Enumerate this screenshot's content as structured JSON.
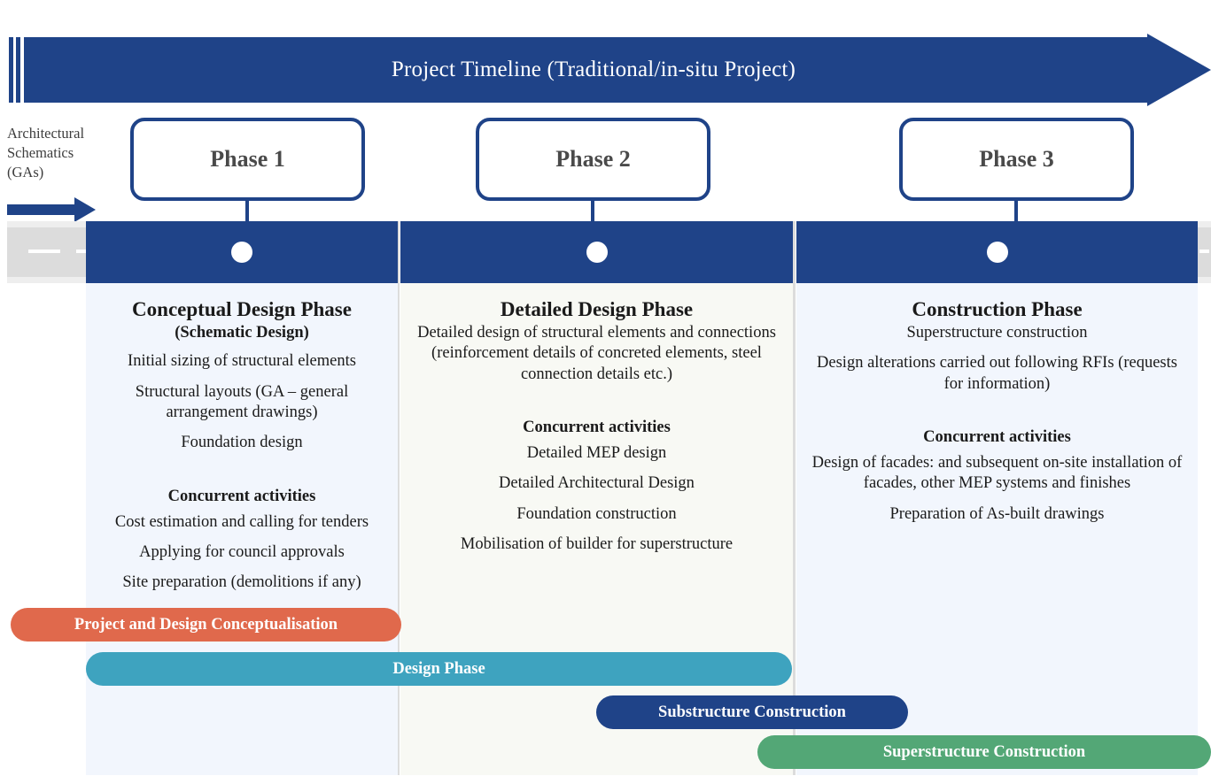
{
  "header": {
    "title": "Project Timeline (Traditional/in-situ Project)",
    "arrow_color": "#1f4388"
  },
  "side_caption": {
    "line1": "Architectural",
    "line2": "Schematics",
    "line3": "(GAs)"
  },
  "phases": [
    {
      "label": "Phase 1"
    },
    {
      "label": "Phase 2"
    },
    {
      "label": "Phase 3"
    }
  ],
  "columns": [
    {
      "title": "Conceptual Design Phase",
      "subtitle": "(Schematic Design)",
      "lines": [
        "Initial sizing of structural elements",
        "Structural layouts (GA – general arrangement drawings)",
        "Foundation design"
      ],
      "concurrent_heading": "Concurrent activities",
      "concurrent_lines": [
        "Cost estimation and calling for tenders",
        "Applying for council approvals",
        "Site preparation (demolitions if any)"
      ],
      "background": "#f2f6fd"
    },
    {
      "title": "Detailed Design Phase",
      "subtitle": "",
      "lines": [
        "Detailed design of structural elements and connections (reinforcement details of concreted elements, steel connection details etc.)"
      ],
      "concurrent_heading": "Concurrent activities",
      "concurrent_lines": [
        "Detailed MEP design",
        "Detailed Architectural Design",
        "Foundation construction",
        "Mobilisation of builder for superstructure"
      ],
      "background": "#f8f9f4"
    },
    {
      "title": "Construction Phase",
      "subtitle": "",
      "lines": [
        "Superstructure construction",
        "Design alterations carried out following RFIs (requests for information)"
      ],
      "concurrent_heading": "Concurrent activities",
      "concurrent_lines": [
        "Design of facades: and subsequent on-site installation of facades, other MEP systems and finishes",
        "Preparation of As-built drawings"
      ],
      "background": "#f2f6fd"
    }
  ],
  "pills": [
    {
      "label": "Project and Design Conceptualisation",
      "color": "#e0694c"
    },
    {
      "label": "Design Phase",
      "color": "#3ea3bf"
    },
    {
      "label": "Substructure Construction",
      "color": "#1f4388"
    },
    {
      "label": "Superstructure Construction",
      "color": "#53a776"
    }
  ]
}
